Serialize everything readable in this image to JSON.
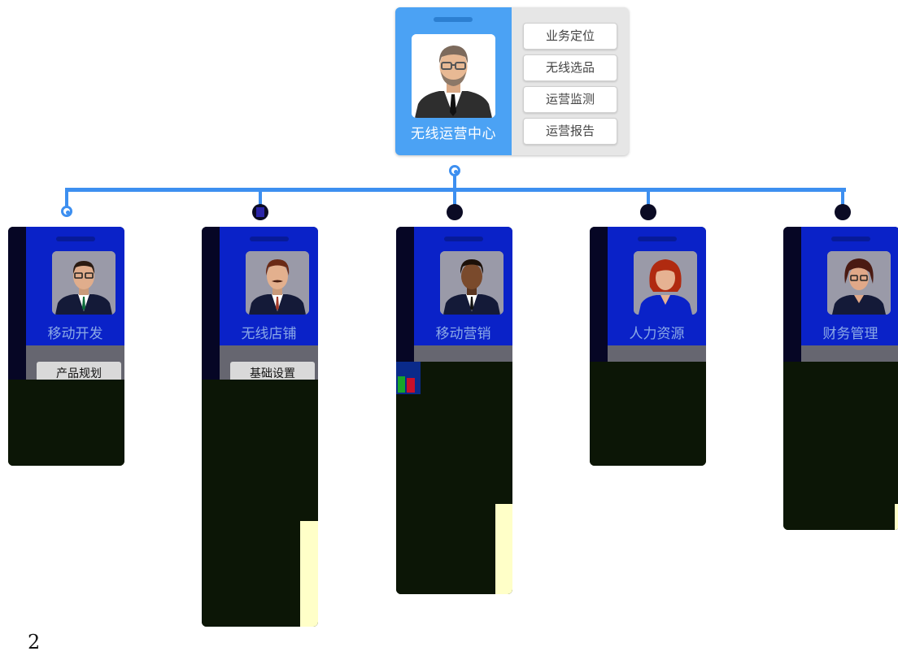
{
  "root": {
    "title": "无线运营中心",
    "menu": [
      "业务定位",
      "无线选品",
      "运营监测",
      "运营报告"
    ]
  },
  "children": [
    {
      "title": "移动开发",
      "button": "产品规划"
    },
    {
      "title": "无线店铺",
      "button": "基础设置"
    },
    {
      "title": "移动营销",
      "button": ""
    },
    {
      "title": "人力资源",
      "button": ""
    },
    {
      "title": "财务管理",
      "button": ""
    }
  ],
  "colors": {
    "root_blue": "#4ba2f4",
    "connector": "#3d8ff0",
    "child_blue": "#0a22c8",
    "child_dark": "#0c1606"
  },
  "icons": [
    "avatar-man-glasses-beard",
    "avatar-man-glasses",
    "avatar-man-mustache",
    "avatar-man-dark-skin",
    "avatar-woman-red-hair",
    "avatar-woman-glasses"
  ],
  "page_number": "2"
}
